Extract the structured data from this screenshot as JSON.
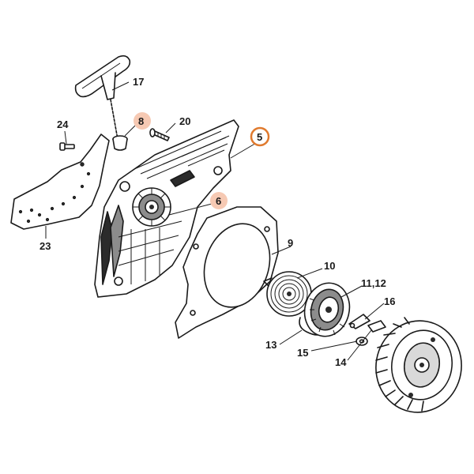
{
  "diagram": {
    "labels": {
      "p5": "5",
      "p6": "6",
      "p8": "8",
      "p9": "9",
      "p10": "10",
      "p11_12": "11,12",
      "p13": "13",
      "p14": "14",
      "p15": "15",
      "p16": "16",
      "p17": "17",
      "p20": "20",
      "p23": "23",
      "p24": "24"
    },
    "highlight_colors": {
      "marker_fill": "#f6c9b3",
      "selected_ring": "#e07a2e"
    }
  }
}
